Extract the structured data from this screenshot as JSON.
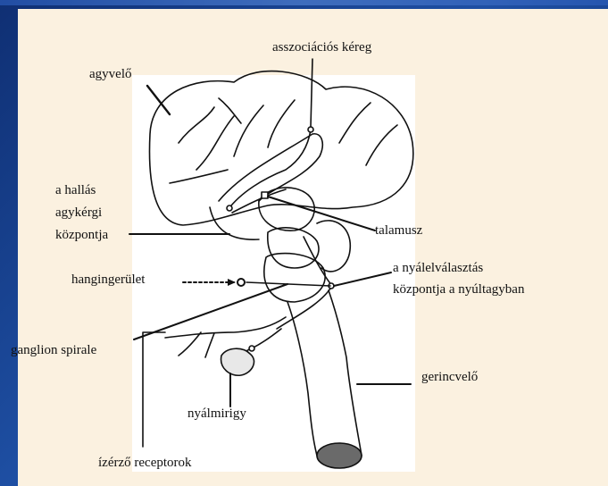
{
  "labels": {
    "association_cortex": "asszociációs kéreg",
    "cerebrum": "agyvelő",
    "auditory_center_line1": "a hallás",
    "auditory_center_line2": "agykérgi",
    "auditory_center_line3": "központja",
    "thalamus": "talamusz",
    "sound_stimulus": "hangingerület",
    "salivation_center_line1": "a nyálelválasztás",
    "salivation_center_line2": "központja a nyúltagyban",
    "ganglion_spirale": "ganglion spirale",
    "spinal_cord": "gerincvelő",
    "salivary_gland": "nyálmirigy",
    "taste_receptors": "ízérző receptorok"
  },
  "colors": {
    "frame": "#1b3f8a",
    "panel": "#fbf1e0",
    "ink": "#111111"
  }
}
